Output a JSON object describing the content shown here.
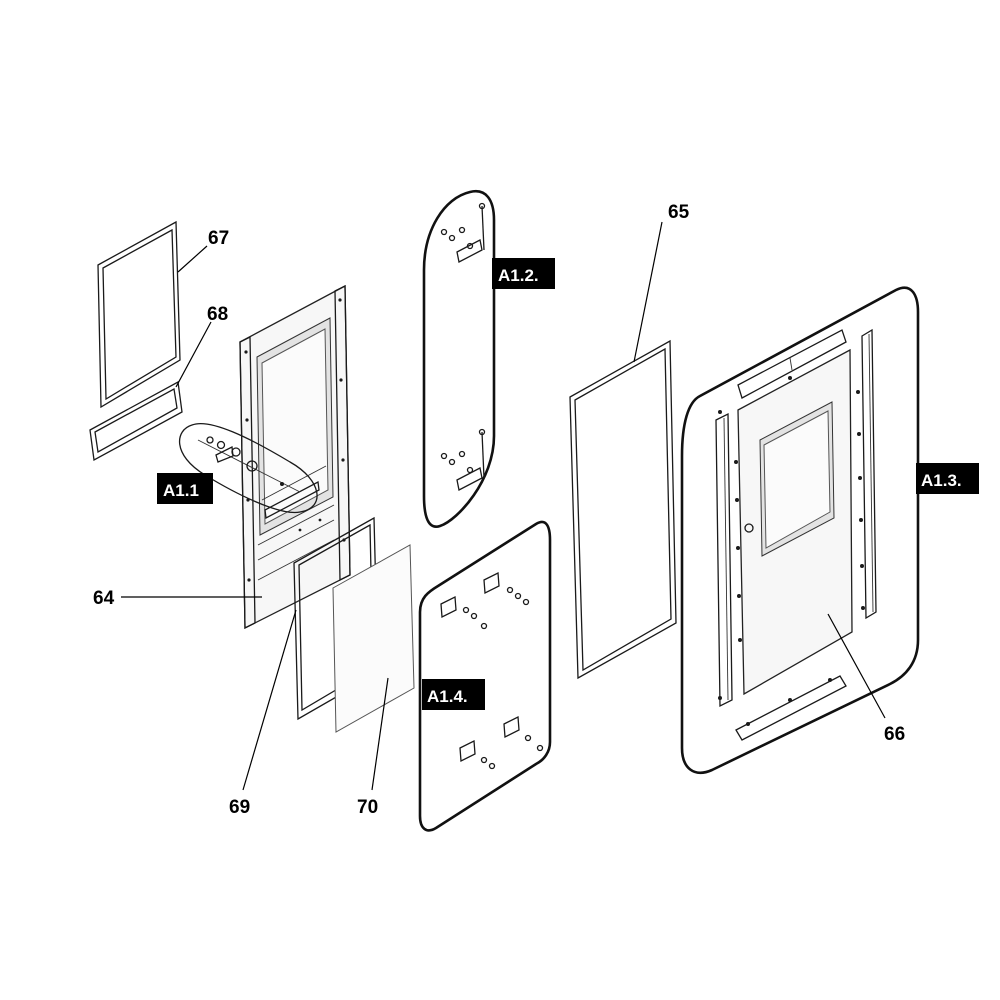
{
  "diagram": {
    "part_numbers": {
      "p64": "64",
      "p65": "65",
      "p66": "66",
      "p67": "67",
      "p68": "68",
      "p69": "69",
      "p70": "70"
    },
    "assembly_tags": {
      "a11": "A1.1",
      "a12": "A1.2.",
      "a13": "A1.3.",
      "a14": "A1.4."
    },
    "colors": {
      "tag_background": "#000000",
      "tag_text": "#ffffff",
      "line": "#1a1a1a"
    }
  }
}
